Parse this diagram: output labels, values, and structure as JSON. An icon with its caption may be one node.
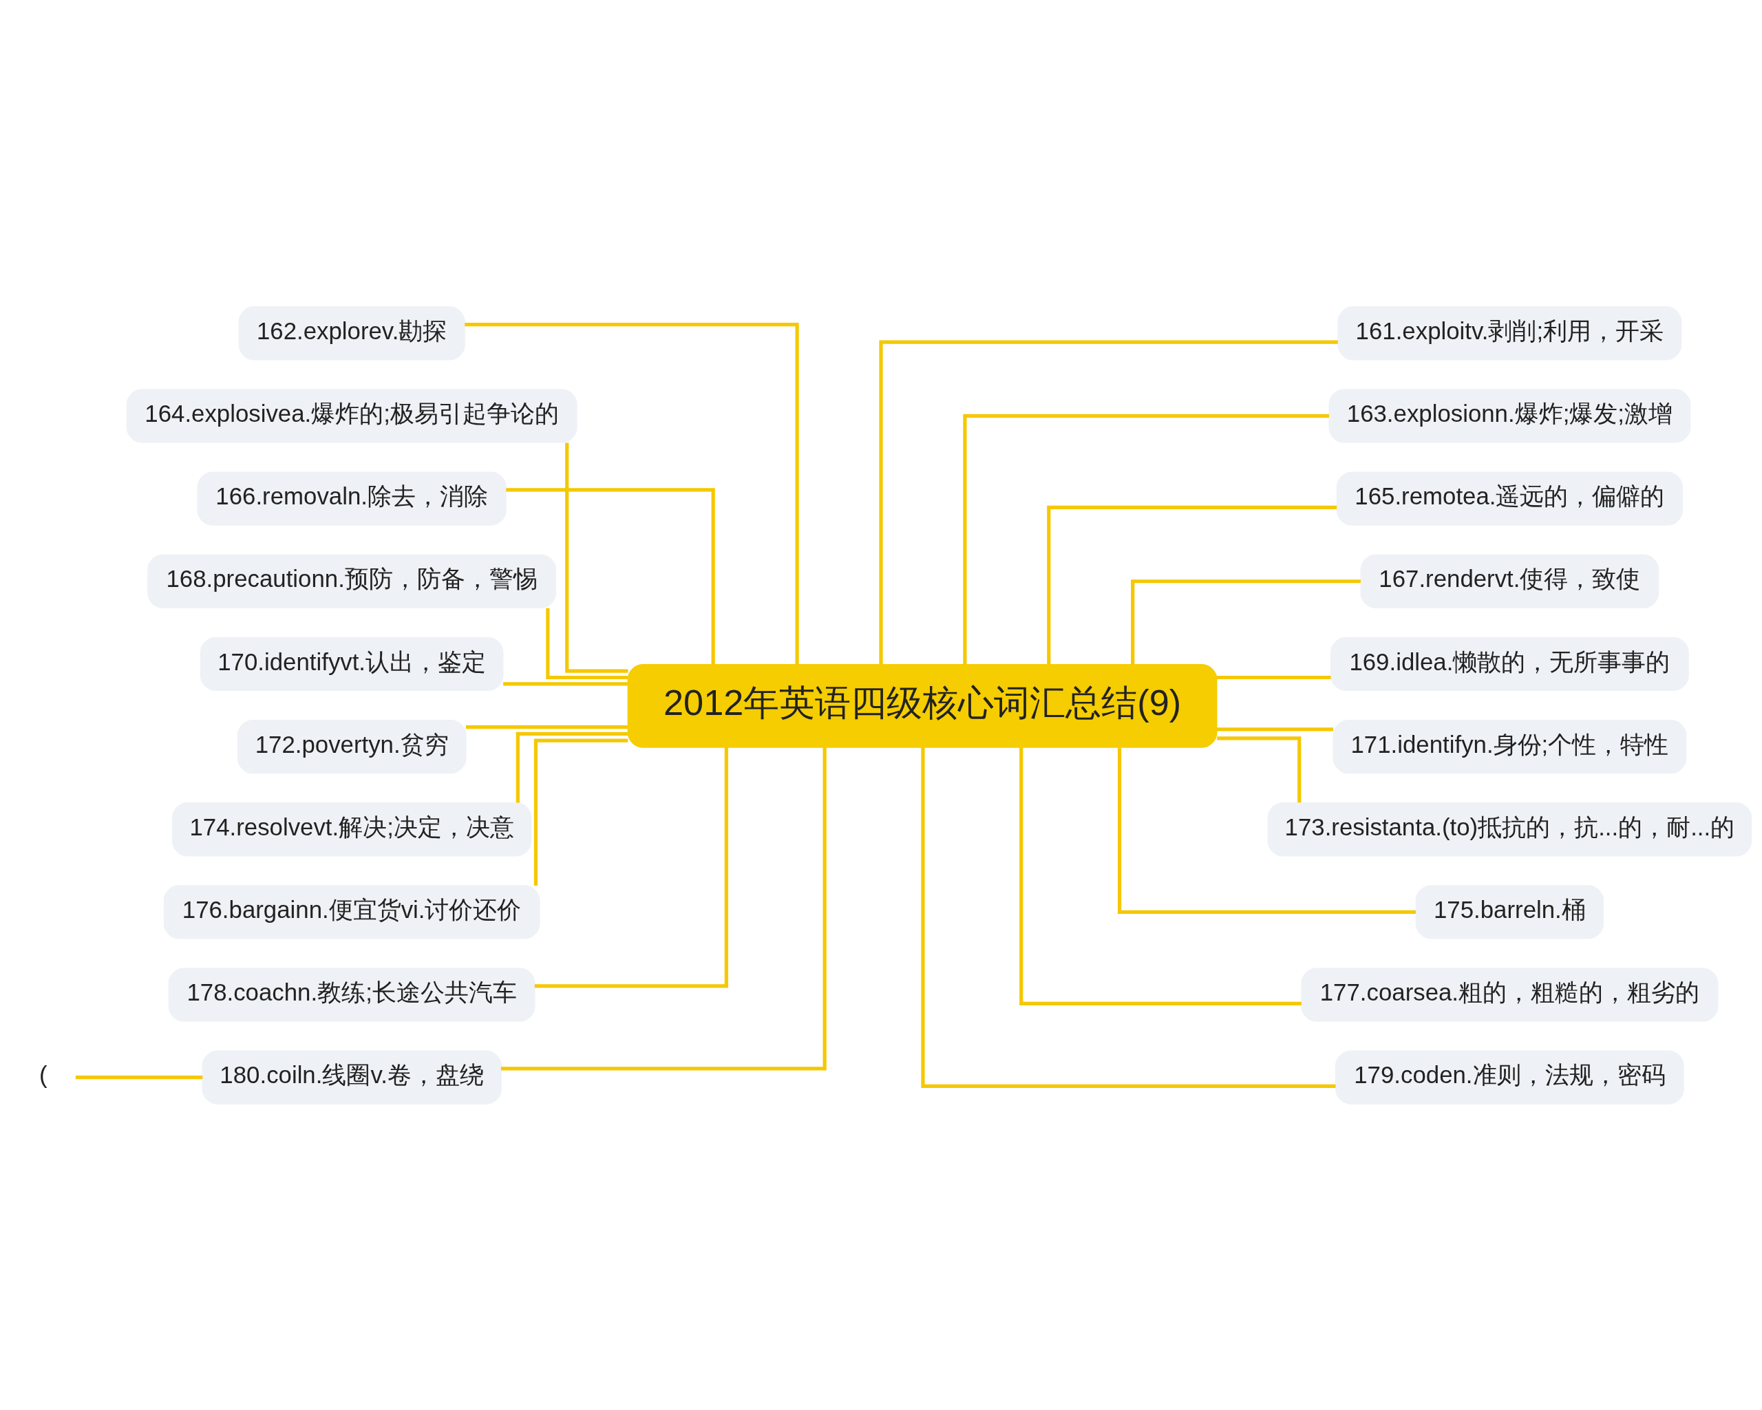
{
  "diagram": {
    "nodes": [
      {
        "text": [
          "2012年英语四级核心词汇总结(9)"
        ]
      },
      {
        "text": [
          "161.exploitv.剥削;利用，开采"
        ]
      },
      {
        "text": [
          "162.explorev.勘探"
        ]
      },
      {
        "text": [
          "163.explosionn.爆炸;爆发;激增"
        ]
      },
      {
        "text": [
          "164.explosivea.爆炸的;极易引起争论的"
        ]
      },
      {
        "text": [
          "165.remotea.遥远的，偏僻的"
        ]
      },
      {
        "text": [
          "166.removaln.除去，消除"
        ]
      },
      {
        "text": [
          "167.rendervt.使得，致使"
        ]
      },
      {
        "text": [
          "168.precautionn.预防，防备，警惕"
        ]
      },
      {
        "text": [
          "169.idlea.懒散的，无所事事的"
        ]
      },
      {
        "text": [
          "170.identifyvt.认出，鉴定"
        ]
      },
      {
        "text": [
          "171.identifyn.身份;个性，特性"
        ]
      },
      {
        "text": [
          "172.povertyn.贫穷"
        ]
      },
      {
        "text": [
          "173.resistanta.(to)抵抗的，抗...的，耐...的"
        ]
      },
      {
        "text": [
          "174.resolvevt.解决;决定，决意"
        ]
      },
      {
        "text": [
          "175.barreln.桶"
        ]
      },
      {
        "text": [
          "176.bargainn.便宜货vi.讨价还价"
        ]
      },
      {
        "text": [
          "177.coarsea.粗的，粗糙的，粗劣的"
        ]
      },
      {
        "text": [
          "178.coachn.教练;长途公共汽车"
        ]
      },
      {
        "text": [
          "179.coden.准则，法规，密码"
        ]
      },
      {
        "text": [
          "180.coiln.线圈v.卷，盘绕"
        ]
      },
      {
        "text": [
          "("
        ]
      }
    ],
    "edges": [
      {
        "from": 0,
        "to": 1,
        "arrow": "none"
      },
      {
        "from": 0,
        "to": 2,
        "arrow": "none"
      },
      {
        "from": 0,
        "to": 3,
        "arrow": "none"
      },
      {
        "from": 0,
        "to": 4,
        "arrow": "none"
      },
      {
        "from": 0,
        "to": 5,
        "arrow": "none"
      },
      {
        "from": 0,
        "to": 6,
        "arrow": "none"
      },
      {
        "from": 0,
        "to": 7,
        "arrow": "none"
      },
      {
        "from": 0,
        "to": 8,
        "arrow": "none"
      },
      {
        "from": 0,
        "to": 9,
        "arrow": "none"
      },
      {
        "from": 0,
        "to": 10,
        "arrow": "none"
      },
      {
        "from": 0,
        "to": 11,
        "arrow": "none"
      },
      {
        "from": 0,
        "to": 12,
        "arrow": "none"
      },
      {
        "from": 0,
        "to": 13,
        "arrow": "none"
      },
      {
        "from": 0,
        "to": 14,
        "arrow": "none"
      },
      {
        "from": 0,
        "to": 15,
        "arrow": "none"
      },
      {
        "from": 0,
        "to": 16,
        "arrow": "none"
      },
      {
        "from": 0,
        "to": 17,
        "arrow": "none"
      },
      {
        "from": 0,
        "to": 18,
        "arrow": "none"
      },
      {
        "from": 0,
        "to": 19,
        "arrow": "none"
      },
      {
        "from": 0,
        "to": 20,
        "arrow": "none"
      },
      {
        "from": 20,
        "to": 21,
        "arrow": "none"
      }
    ]
  }
}
